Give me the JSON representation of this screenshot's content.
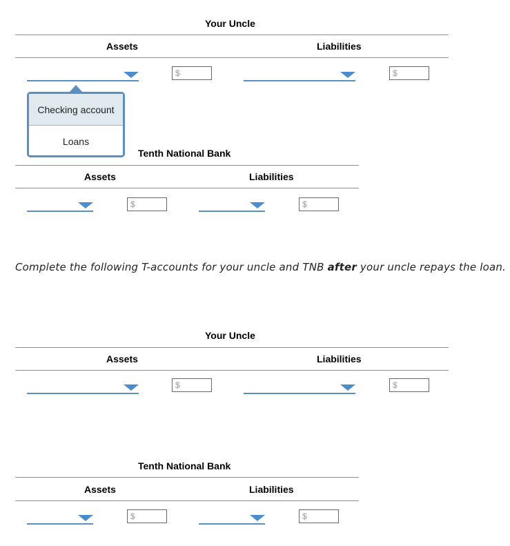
{
  "section1": {
    "uncle": {
      "title": "Your Uncle",
      "assets_label": "Assets",
      "liabilities_label": "Liabilities",
      "currency": "$"
    },
    "bank": {
      "title": "Tenth National Bank",
      "assets_label": "Assets",
      "liabilities_label": "Liabilities",
      "currency": "$"
    },
    "dropdown_menu": {
      "options": [
        "Checking account",
        "Loans"
      ],
      "highlighted": "Checking account"
    }
  },
  "instruction": {
    "before": "Complete the following T-accounts for your uncle and TNB ",
    "emphasis": "after",
    "after": " your uncle repays the loan."
  },
  "section2": {
    "uncle": {
      "title": "Your Uncle",
      "assets_label": "Assets",
      "liabilities_label": "Liabilities",
      "currency": "$"
    },
    "bank": {
      "title": "Tenth National Bank",
      "assets_label": "Assets",
      "liabilities_label": "Liabilities",
      "currency": "$"
    }
  },
  "colors": {
    "accent": "#5a8fc4",
    "menu_highlight": "#dfe9ee"
  }
}
